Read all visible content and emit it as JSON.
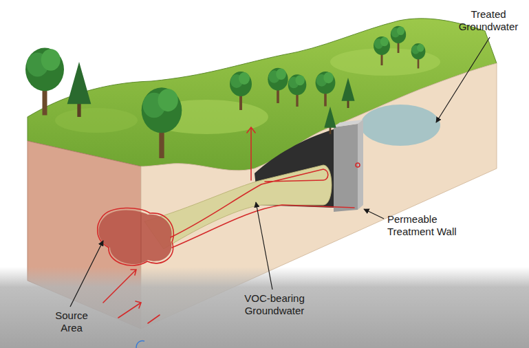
{
  "diagram": {
    "labels": [
      "Treated Groundwater",
      "Permeable Treatment Wall",
      "Source Area",
      "VOC-bearing Groundwater"
    ]
  }
}
